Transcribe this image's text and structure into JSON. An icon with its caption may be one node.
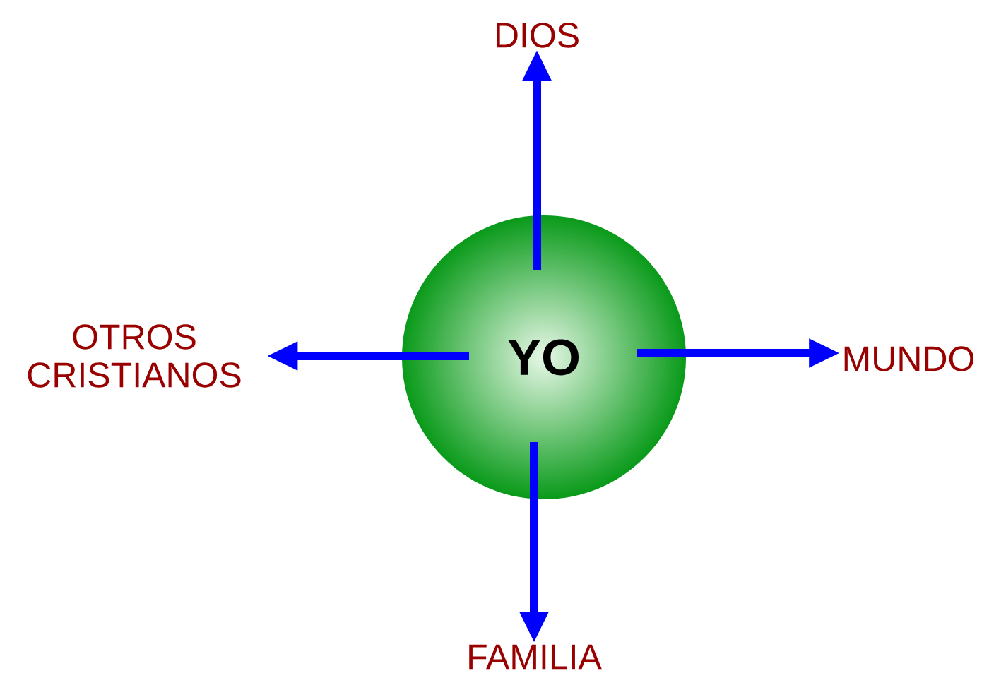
{
  "diagram": {
    "nodes": [
      {
        "text": [
          "YO"
        ]
      },
      {
        "text": [
          "DIOS"
        ]
      },
      {
        "text": [
          "MUNDO"
        ]
      },
      {
        "text": [
          "FAMILIA"
        ]
      },
      {
        "text": [
          "OTROS CRISTIANOS"
        ]
      }
    ],
    "edges": [
      {
        "from": 0,
        "to": 1,
        "arrow": "to"
      },
      {
        "from": 0,
        "to": 2,
        "arrow": "to"
      },
      {
        "from": 0,
        "to": 3,
        "arrow": "to"
      },
      {
        "from": 0,
        "to": 4,
        "arrow": "to"
      }
    ]
  }
}
